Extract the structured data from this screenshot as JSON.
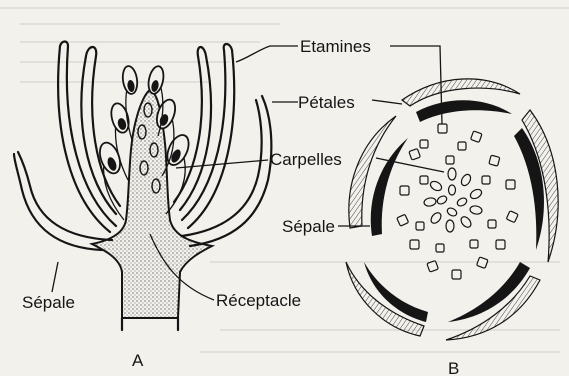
{
  "labels": {
    "etamines": "Etamines",
    "petales": "Pétales",
    "carpelles": "Carpelles",
    "sepale_b": "Sépale",
    "sepale_a": "Sépale",
    "receptacle": "Réceptacle"
  },
  "figures": {
    "a": "A",
    "b": "B"
  }
}
